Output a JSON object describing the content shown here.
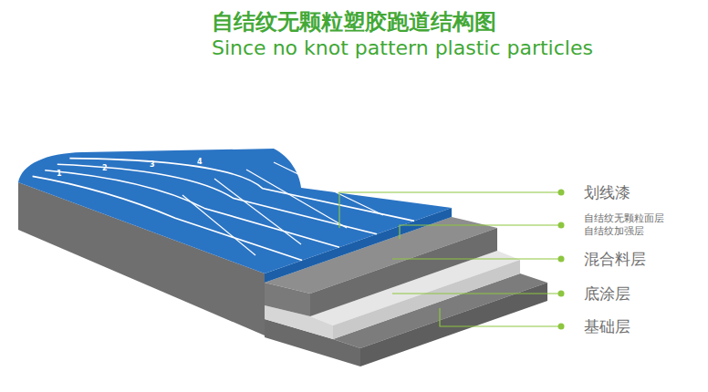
{
  "diagram": {
    "title": "自结纹无颗粒塑胶跑道结构图",
    "labels": [
      "Since no knot pattern plastic particles",
      "划线漆",
      "自结纹无颗粒面层",
      "自结纹加强层",
      "混合料层",
      "底涂层",
      "基础层",
      "1",
      "2",
      "3",
      "4"
    ]
  }
}
